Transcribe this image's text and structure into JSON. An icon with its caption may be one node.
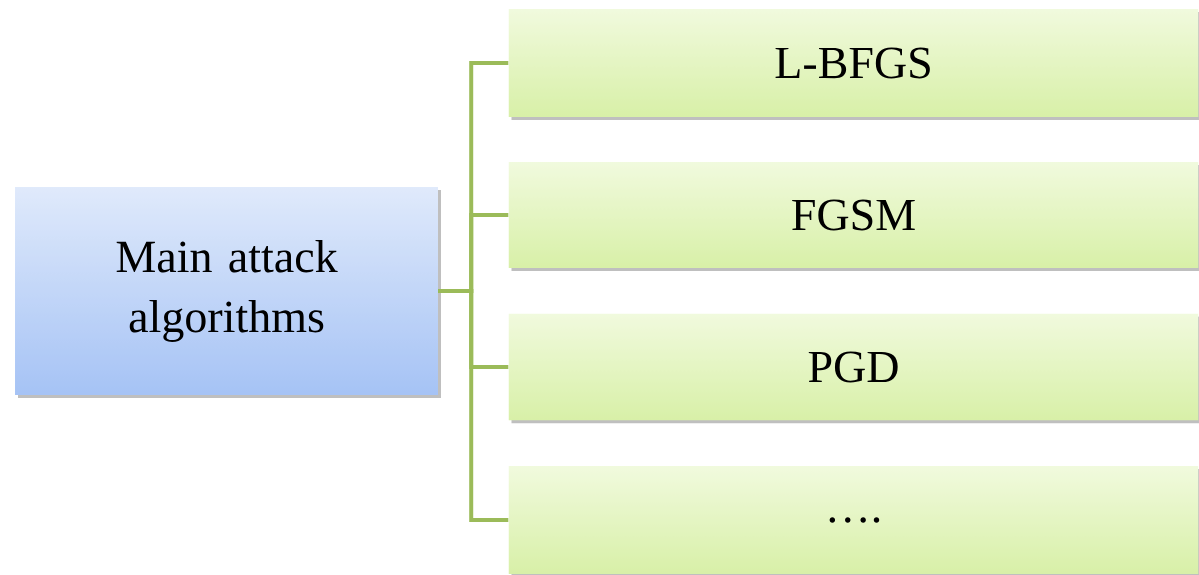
{
  "diagram": {
    "nodes": [
      {
        "text": [
          "Main attack algorithms"
        ]
      },
      {
        "text": [
          "L-BFGS"
        ]
      },
      {
        "text": [
          "FGSM"
        ]
      },
      {
        "text": [
          "PGD"
        ]
      },
      {
        "text": [
          "…."
        ]
      }
    ],
    "edges": [
      {
        "from": 0,
        "to": 1,
        "arrow": "none"
      },
      {
        "from": 0,
        "to": 2,
        "arrow": "none"
      },
      {
        "from": 0,
        "to": 3,
        "arrow": "none"
      },
      {
        "from": 0,
        "to": 4,
        "arrow": "none"
      }
    ]
  }
}
